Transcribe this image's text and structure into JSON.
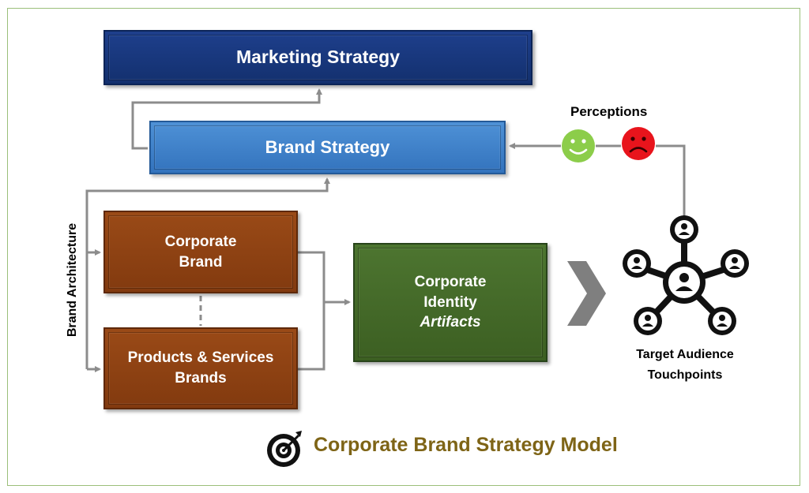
{
  "diagram": {
    "boxes": {
      "marketing_strategy": "Marketing Strategy",
      "brand_strategy": "Brand Strategy",
      "corporate_brand": [
        "Corporate",
        "Brand"
      ],
      "products_services": [
        "Products & Services",
        "Brands"
      ],
      "corporate_identity": [
        "Corporate",
        "Identity",
        "Artifacts"
      ]
    },
    "labels": {
      "brand_architecture": "Brand Architecture",
      "perceptions": "Perceptions",
      "target_audience": [
        "Target Audience",
        "Touchpoints"
      ]
    },
    "title": "Corporate Brand Strategy Model",
    "icons": {
      "happy_face": "smiley-happy-icon",
      "sad_face": "smiley-sad-icon",
      "network": "audience-network-icon",
      "target": "target-icon",
      "chevron": "chevron-right-icon"
    },
    "colors": {
      "marketing": "#1b3a83",
      "brand": "#3f84ce",
      "brown": "#8c4212",
      "green": "#446a29",
      "connector": "#8c8c8c",
      "title": "#7e6416",
      "happy": "#8ccd4a",
      "sad": "#e8141c"
    }
  }
}
